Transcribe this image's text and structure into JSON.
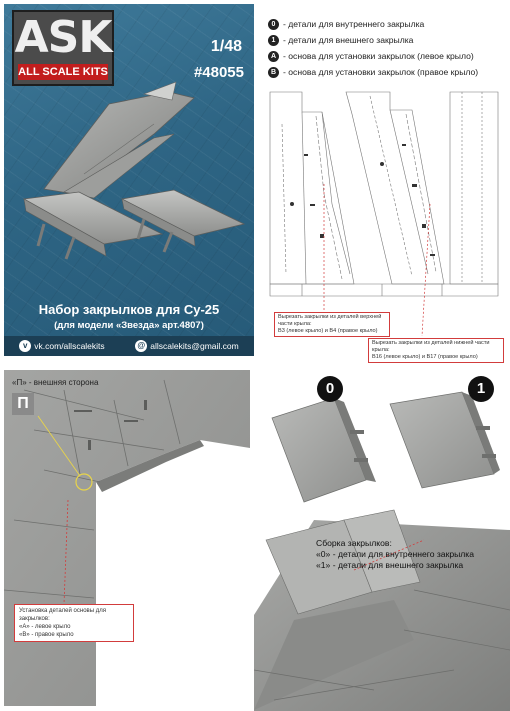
{
  "box": {
    "logo_text": "ASK",
    "logo_subtitle": "ALL SCALE KITS",
    "scale": "1/48",
    "catalog_number": "#48055",
    "title": "Набор закрылков для Су-25",
    "subtitle": "(для модели «Звезда» арт.4807)",
    "vk": "vk.com/allscalekits",
    "email": "allscalekits@gmail.com"
  },
  "legend": [
    {
      "badge": "0",
      "text": "- детали для внутреннего закрылка"
    },
    {
      "badge": "1",
      "text": "- детали для внешнего закрылка"
    },
    {
      "badge": "A",
      "text": "- основа для установки закрылок (левое крыло)"
    },
    {
      "badge": "B",
      "text": "- основа для установки закрылок (правое крыло)"
    }
  ],
  "drawing_notes": {
    "upper": {
      "line1": "Вырезать закрылки из деталей верхней части крыла:",
      "line2": "В3 (левое крыло) и В4 (правое крыло)"
    },
    "lower": {
      "line1": "Вырезать закрылки из деталей нижней части крыла:",
      "line2": "В16 (левое крыло) и В17 (правое крыло)"
    }
  },
  "wing_photo": {
    "outer_side_label": "«П» - внешняя сторона",
    "p_badge": "П",
    "install_note": {
      "title": "Установка деталей основы для закрылков:",
      "line_a": "«A» - левое крыло",
      "line_b": "«B» - правое крыло"
    }
  },
  "flap_photo": {
    "badge_0": "0",
    "badge_1": "1",
    "assembly": {
      "title": "Сборка закрылков:",
      "line_0": "«0» - детали для внутреннего закрылка",
      "line_1": "«1» - детали для внешнего закрылка"
    }
  },
  "colors": {
    "box_blue": "#2e6584",
    "accent_red": "#c21d1d",
    "part_grey": "#a9aaa8"
  }
}
